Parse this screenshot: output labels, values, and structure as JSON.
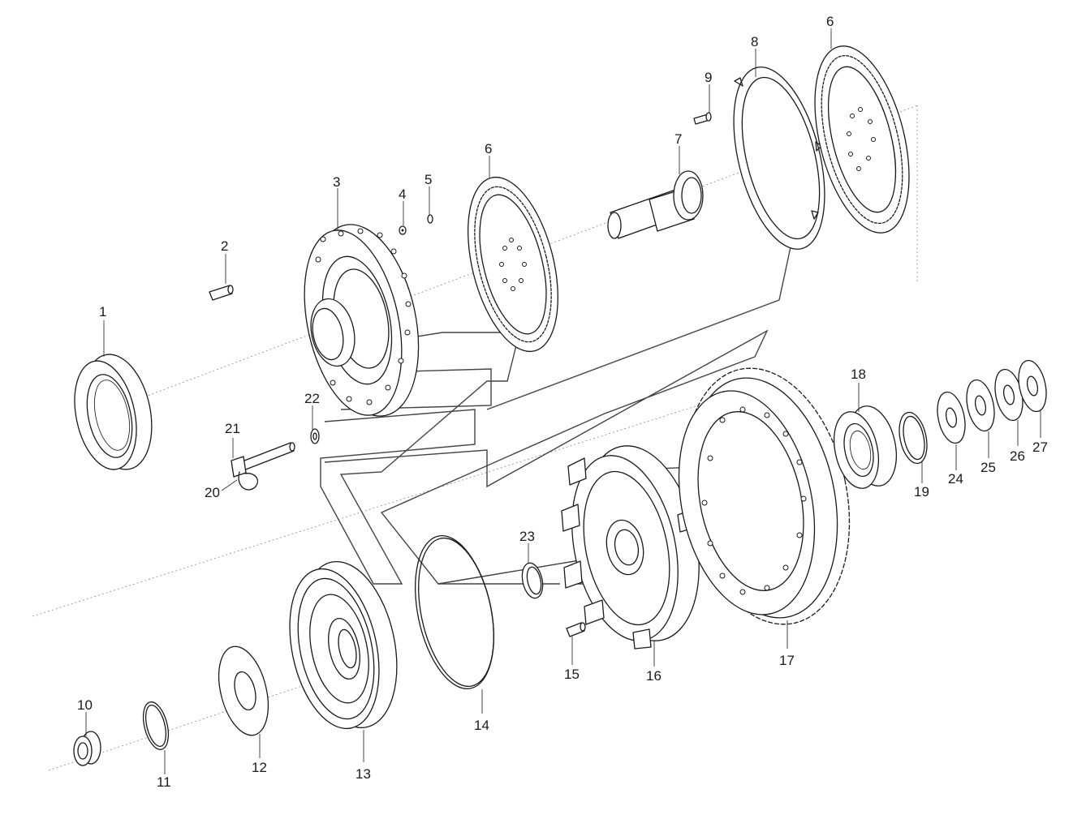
{
  "diagram": {
    "callouts": [
      "1",
      "2",
      "3",
      "4",
      "5",
      "6",
      "6",
      "7",
      "8",
      "9",
      "10",
      "11",
      "12",
      "13",
      "14",
      "15",
      "16",
      "17",
      "18",
      "19",
      "20",
      "21",
      "22",
      "23",
      "24",
      "25",
      "26",
      "27"
    ]
  }
}
